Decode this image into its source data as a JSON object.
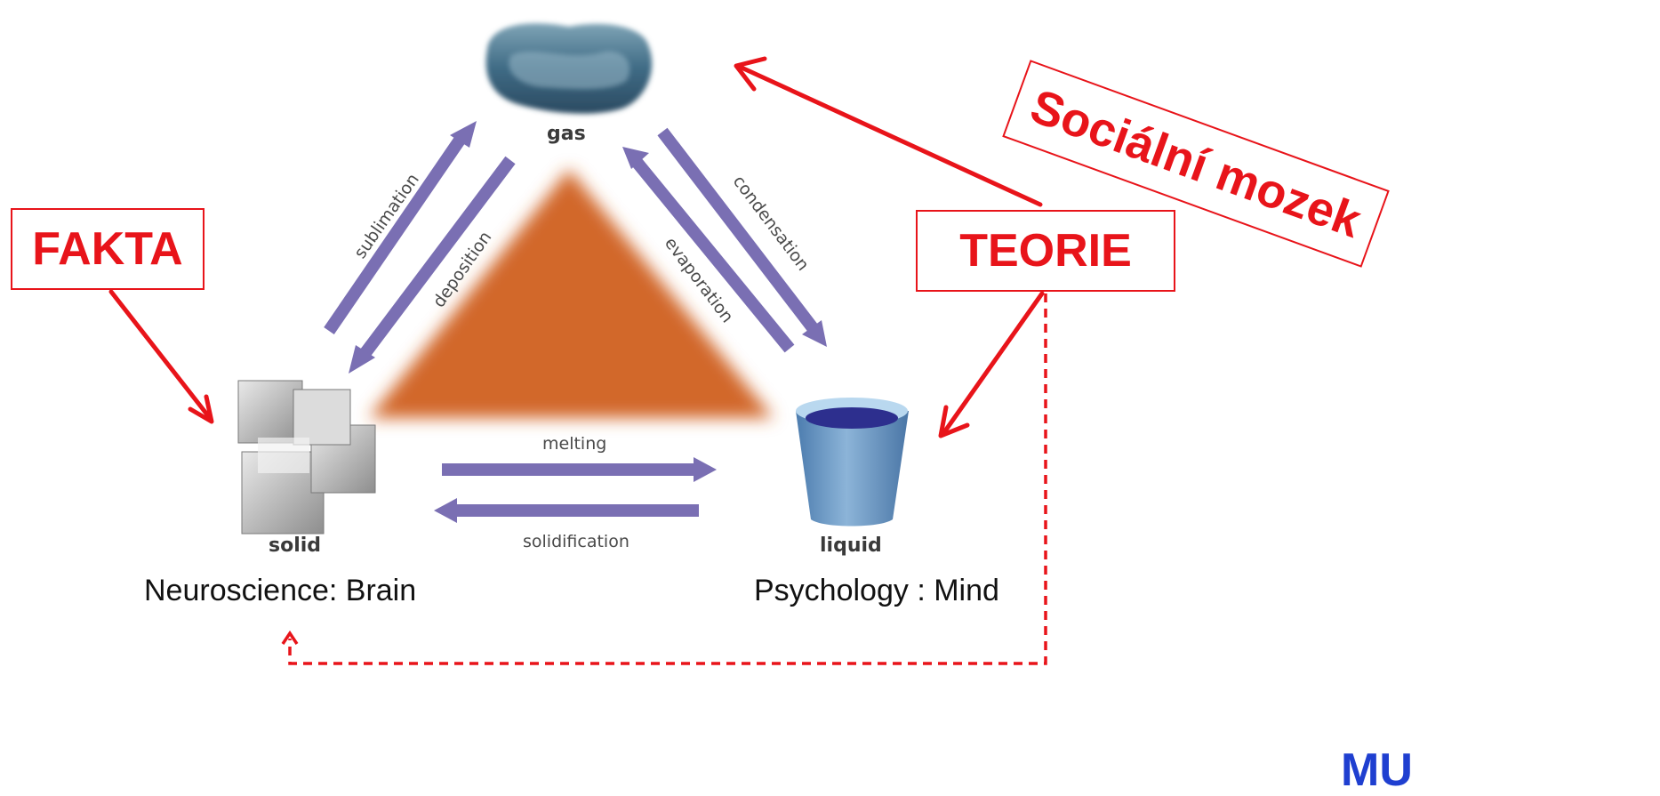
{
  "phases": {
    "gas": "gas",
    "solid": "solid",
    "liquid": "liquid"
  },
  "transitions": {
    "sublimation": "sublimation",
    "deposition": "deposition",
    "condensation": "condensation",
    "evaporation": "evaporation",
    "melting": "melting",
    "solidification": "solidification"
  },
  "captions": {
    "left": "Neuroscience: Brain",
    "right": "Psychology : Mind"
  },
  "boxes": {
    "fakta": "FAKTA",
    "teorie": "TEORIE",
    "social_brain": "Sociální mozek"
  },
  "corner_mark": "MU",
  "colors": {
    "annotation_red": "#e8141a",
    "transition_arrow": "#7a6fb3",
    "triangle": "#d2682a",
    "caption_text": "#111111"
  }
}
